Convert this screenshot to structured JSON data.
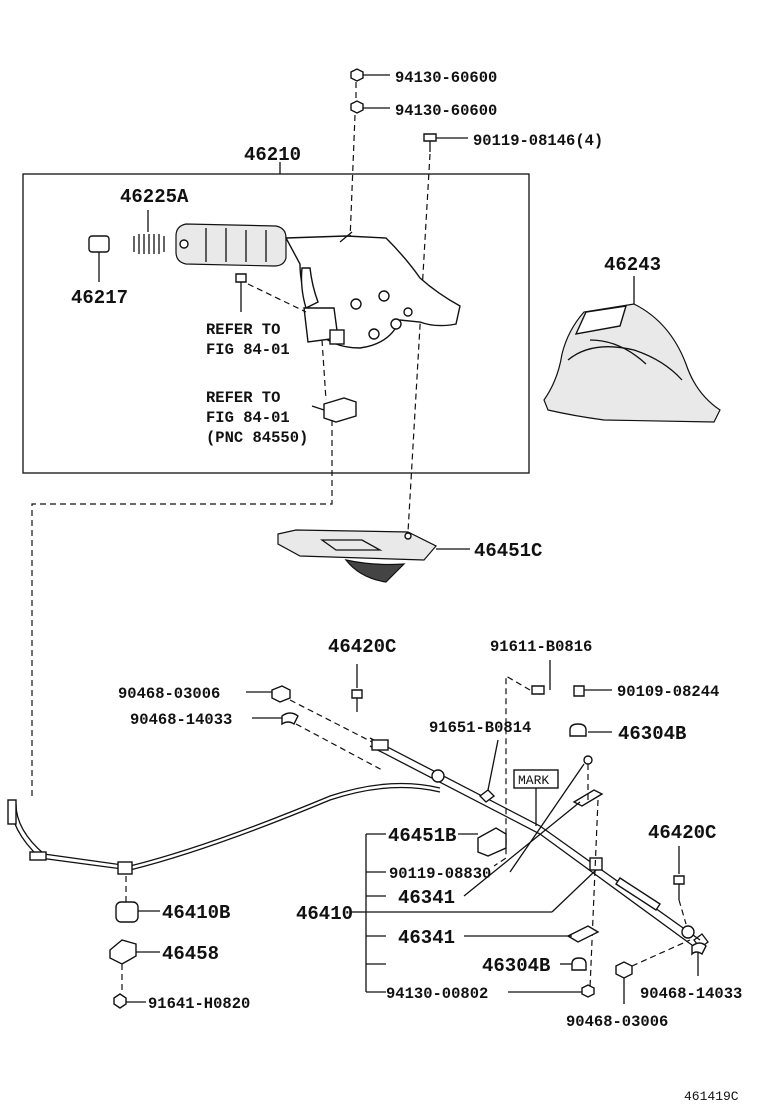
{
  "labels": {
    "p94130_60600_a": "94130-60600",
    "p94130_60600_b": "94130-60600",
    "p90119_08146": "90119-08146(4)",
    "p46210": "46210",
    "p46225A": "46225A",
    "p46217": "46217",
    "refer1_l1": "REFER TO",
    "refer1_l2": "FIG 84-01",
    "refer2_l1": "REFER TO",
    "refer2_l2": "FIG 84-01",
    "refer2_l3": "(PNC 84550)",
    "p46243": "46243",
    "p46451C": "46451C",
    "p46420C_a": "46420C",
    "p91611_B0816": "91611-B0816",
    "p90468_03006_a": "90468-03006",
    "p90109_08244": "90109-08244",
    "p90468_14033_a": "90468-14033",
    "p91651_B0814": "91651-B0814",
    "p46304B_a": "46304B",
    "mark": "MARK",
    "p46451B": "46451B",
    "p46420C_b": "46420C",
    "p90119_08830": "90119-08830",
    "p46341_a": "46341",
    "p46410": "46410",
    "p46410B": "46410B",
    "p46341_b": "46341",
    "p46458": "46458",
    "p46304B_b": "46304B",
    "p94130_00802": "94130-00802",
    "p90468_14033_b": "90468-14033",
    "p91641_H0820": "91641-H0820",
    "p90468_03006_b": "90468-03006",
    "figure_code": "461419C"
  }
}
